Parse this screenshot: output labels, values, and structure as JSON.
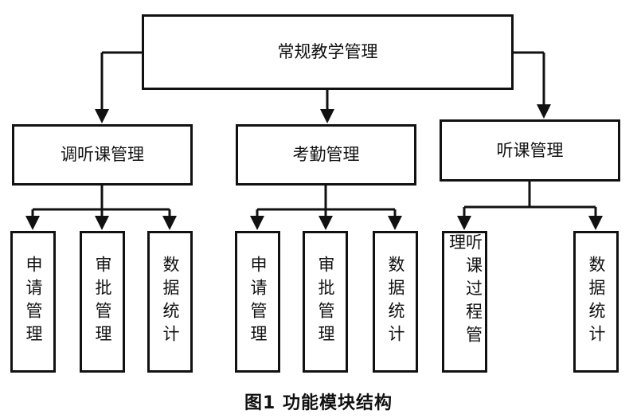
{
  "diagram": {
    "root": "常规教学管理",
    "branches": [
      {
        "label": "调听课管理",
        "children": [
          "申请管理",
          "审批管理",
          "数据统计"
        ]
      },
      {
        "label": "考勤管理",
        "children": [
          "申请管理",
          "审批管理",
          "数据统计"
        ]
      },
      {
        "label": "听课管理",
        "children": [
          "听课过程管理",
          "数据统计"
        ]
      }
    ],
    "caption": "图1  功能模块结构",
    "line_color": "#111111"
  }
}
